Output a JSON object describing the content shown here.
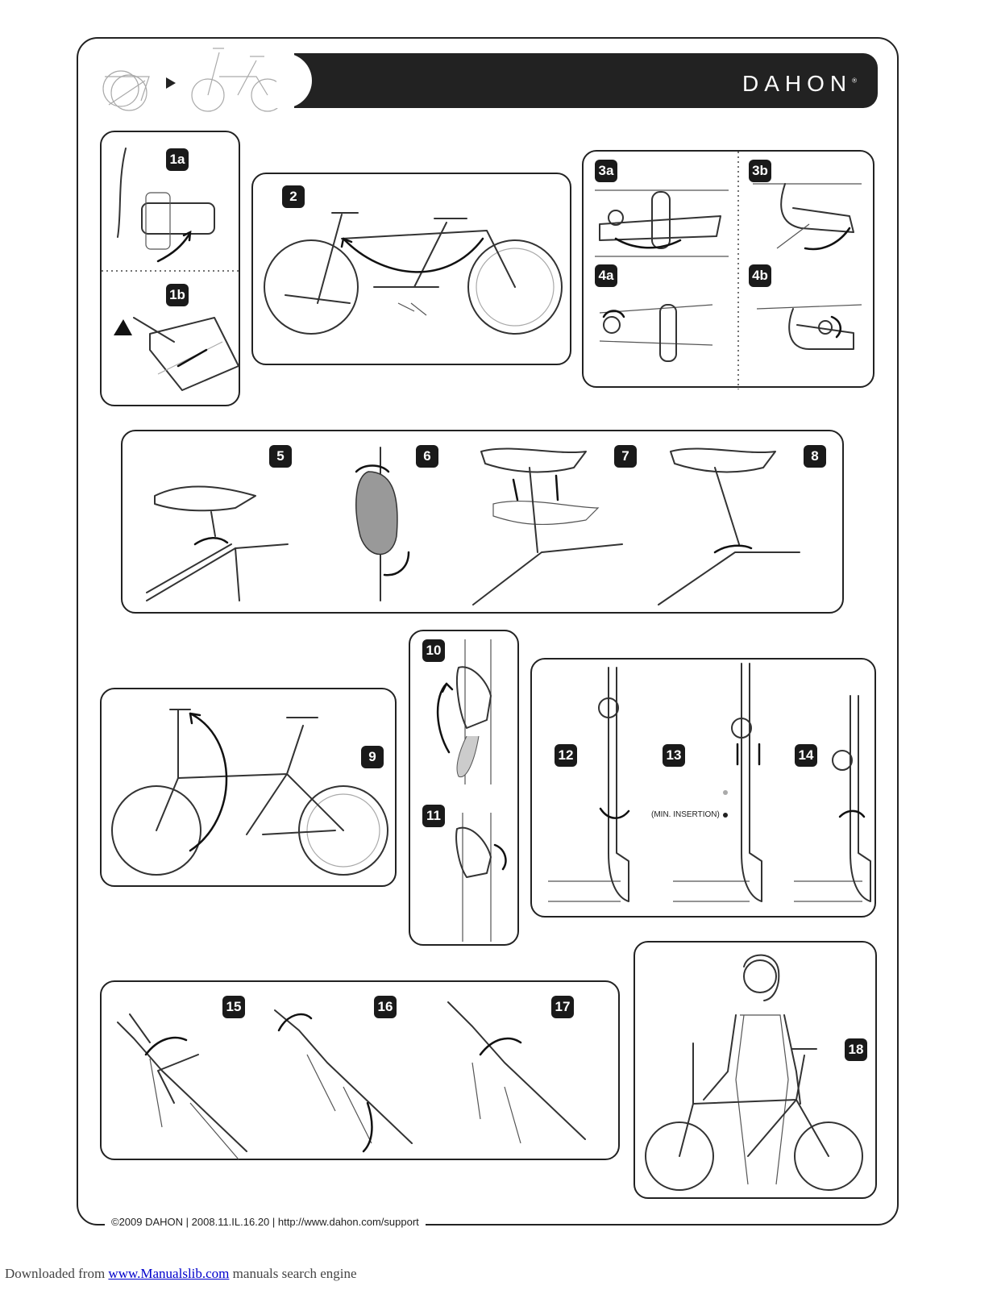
{
  "brand": {
    "logo_text": "DAHON",
    "registered_mark": "®"
  },
  "steps": {
    "s1a": "1a",
    "s1b": "1b",
    "s2": "2",
    "s3a": "3a",
    "s3b": "3b",
    "s4a": "4a",
    "s4b": "4b",
    "s5": "5",
    "s6": "6",
    "s7": "7",
    "s8": "8",
    "s9": "9",
    "s10": "10",
    "s11": "11",
    "s12": "12",
    "s13": "13",
    "s14": "14",
    "s15": "15",
    "s16": "16",
    "s17": "17",
    "s18": "18"
  },
  "annotations": {
    "min_insertion": "(MIN. INSERTION)",
    "warning_icon": "warning-triangle-icon"
  },
  "footer": {
    "text": "©2009 DAHON  |  2008.11.IL.16.20  |  http://www.dahon.com/support"
  },
  "download_bar": {
    "prefix": "Downloaded from ",
    "link": "www.Manualslib.com",
    "suffix": "  manuals search engine"
  }
}
